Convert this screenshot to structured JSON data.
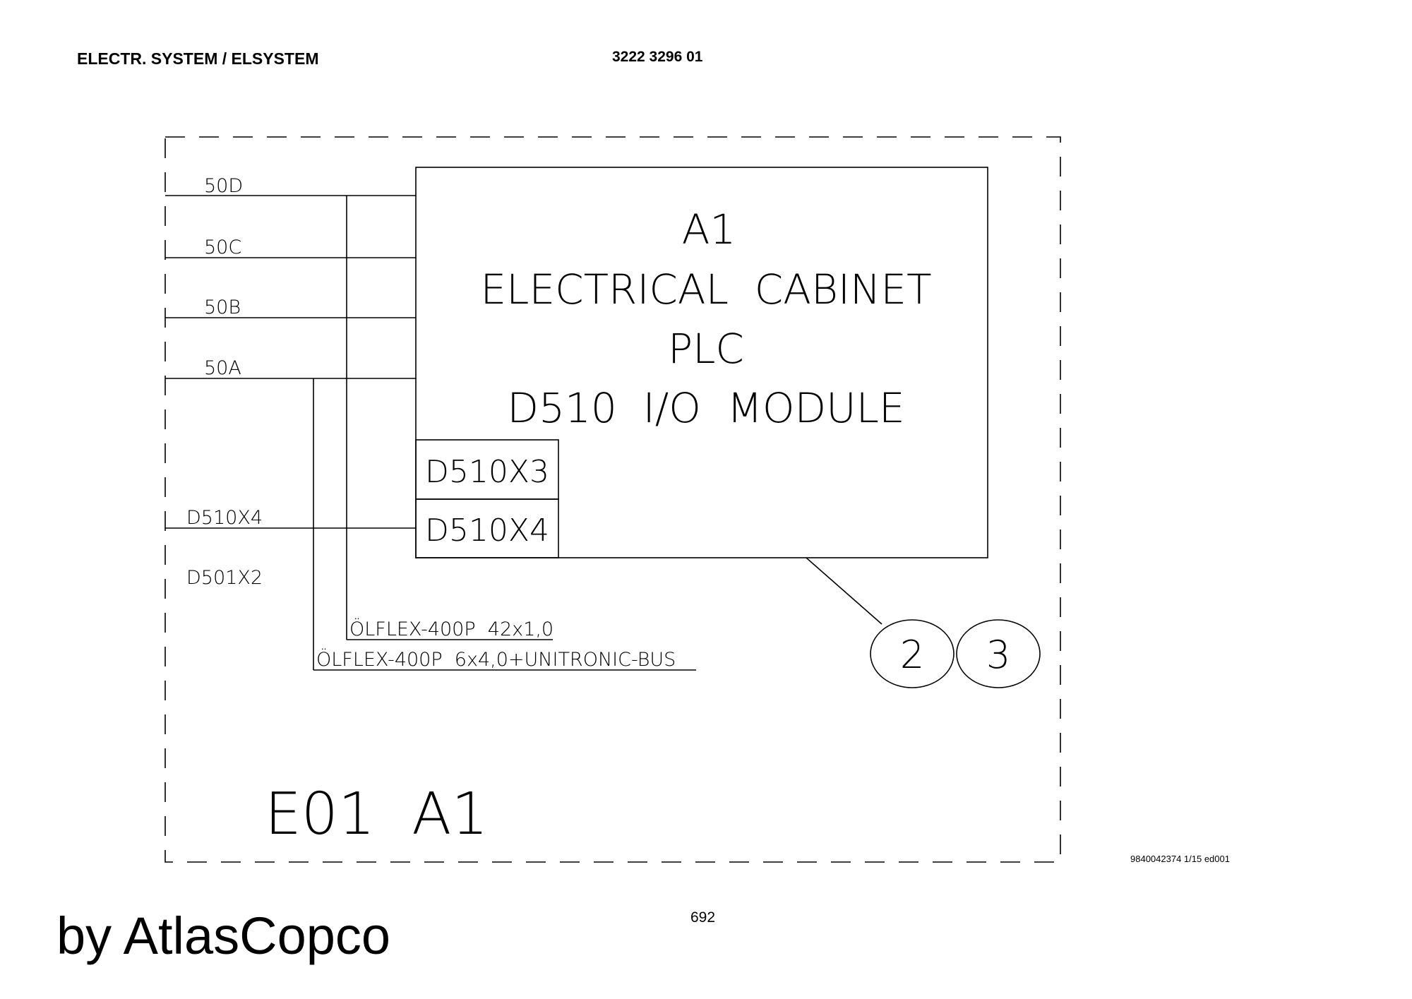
{
  "header": {
    "title": "ELECTR. SYSTEM / ELSYSTEM",
    "doc_number": "3222 3296 01"
  },
  "diagram": {
    "module": {
      "line1": "A1",
      "line2": "ELECTRICAL  CABINET",
      "line3": "PLC",
      "line4": "D510  I/O  MODULE"
    },
    "connectors": [
      "D510X3",
      "D510X4"
    ],
    "wires": [
      "50D",
      "50C",
      "50B",
      "50A"
    ],
    "left_labels": {
      "d510x4": "D510X4",
      "d501x2": "D501X2"
    },
    "cables": [
      "ÖLFLEX-400P  42x1,0",
      "ÖLFLEX-400P  6x4,0+UNITRONIC-BUS"
    ],
    "references": [
      "2",
      "3"
    ],
    "enclosure_label": "E01  A1"
  },
  "footer": {
    "code": "9840042374 1/15 ed001",
    "page": "692",
    "brand": "by AtlasCopco"
  }
}
